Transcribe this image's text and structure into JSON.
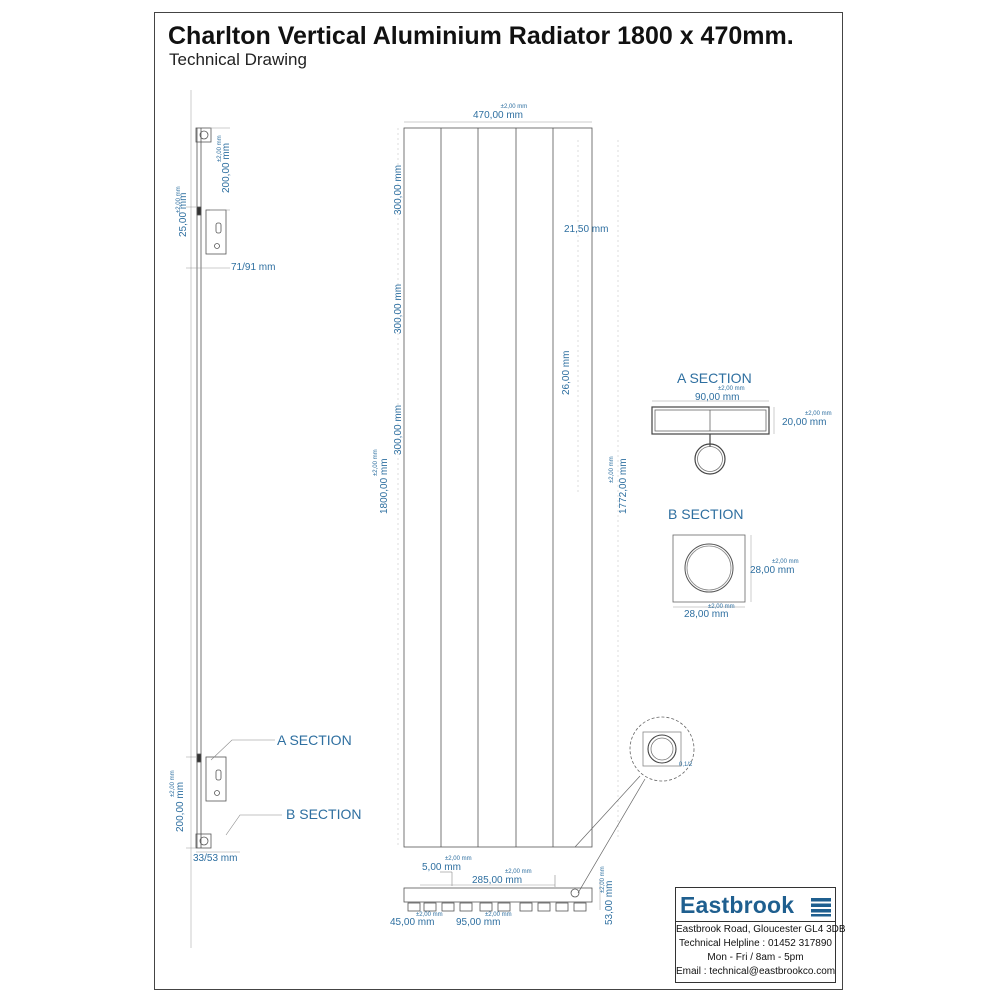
{
  "header": {
    "title": "Charlton Vertical Aluminium Radiator 1800 x 470mm.",
    "subtitle": "Technical Drawing"
  },
  "tolerance": "±2,00 mm",
  "dimensions": {
    "width_top": "470,00 mm",
    "side_bracket_top": "200,00 mm",
    "side_offset": "25,00 mm",
    "side_depth_top": "71/91 mm",
    "spacing_1": "300,00 mm",
    "spacing_2": "300,00 mm",
    "spacing_3": "300,00 mm",
    "overall_height": "1800,00 mm",
    "panel_gap": "21,50 mm",
    "pipe_centre": "26,00 mm",
    "centres_height": "1772,00 mm",
    "side_bracket_bottom": "200,00 mm",
    "side_depth_bottom": "33/53 mm",
    "bottom_5": "5,00 mm",
    "bottom_285": "285,00 mm",
    "bottom_45": "45,00 mm",
    "bottom_95": "95,00 mm",
    "bottom_53": "53,00 mm"
  },
  "section_a": {
    "label": "A SECTION",
    "width": "90,00 mm",
    "depth": "20,00 mm"
  },
  "section_b": {
    "label": "B SECTION",
    "height": "28,00 mm",
    "width": "28,00 mm"
  },
  "callouts": {
    "a_section": "A SECTION",
    "b_section": "B SECTION",
    "detail_note": "0,1/2"
  },
  "company": {
    "name": "Eastbrook",
    "address": "Eastbrook Road, Gloucester GL4 3DB",
    "helpline": "Technical Helpline : 01452 317890",
    "hours": "Mon - Fri / 8am - 5pm",
    "email": "Email : technical@eastbrookco.com",
    "brand_color": "#1f5f8f",
    "dimension_color": "#2e6fa0"
  }
}
